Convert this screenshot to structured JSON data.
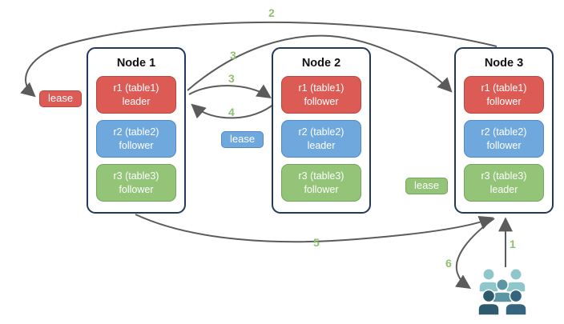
{
  "diagram": {
    "nodes": [
      {
        "title": "Node 1",
        "replicas": [
          {
            "name": "r1 (table1)",
            "role": "leader"
          },
          {
            "name": "r2 (table2)",
            "role": "follower"
          },
          {
            "name": "r3 (table3)",
            "role": "follower"
          }
        ]
      },
      {
        "title": "Node 2",
        "replicas": [
          {
            "name": "r1 (table1)",
            "role": "follower"
          },
          {
            "name": "r2 (table2)",
            "role": "leader"
          },
          {
            "name": "r3 (table3)",
            "role": "follower"
          }
        ]
      },
      {
        "title": "Node 3",
        "replicas": [
          {
            "name": "r1 (table1)",
            "role": "follower"
          },
          {
            "name": "r2 (table2)",
            "role": "follower"
          },
          {
            "name": "r3 (table3)",
            "role": "leader"
          }
        ]
      }
    ],
    "leases": [
      {
        "label": "lease",
        "color": "#dc5b55"
      },
      {
        "label": "lease",
        "color": "#6fa8dc"
      },
      {
        "label": "lease",
        "color": "#93c478"
      }
    ],
    "steps": {
      "s1": "1",
      "s2": "2",
      "s3a": "3",
      "s3b": "3",
      "s4": "4",
      "s5": "5",
      "s6": "6"
    },
    "colors": {
      "replica_red_fill": "#dc5b55",
      "replica_red_border": "#bc4740",
      "replica_blue_fill": "#6fa8dc",
      "replica_blue_border": "#5189c8",
      "replica_green_fill": "#93c478",
      "replica_green_border": "#73a65b",
      "node_border": "#22395c",
      "arrow": "#5b5b5b",
      "step_label": "#8fbf70",
      "users_light": "#8fc6ca",
      "users_mid": "#5c95a3",
      "users_dark": "#2e5a6e",
      "users_dark2": "#35647e"
    }
  }
}
